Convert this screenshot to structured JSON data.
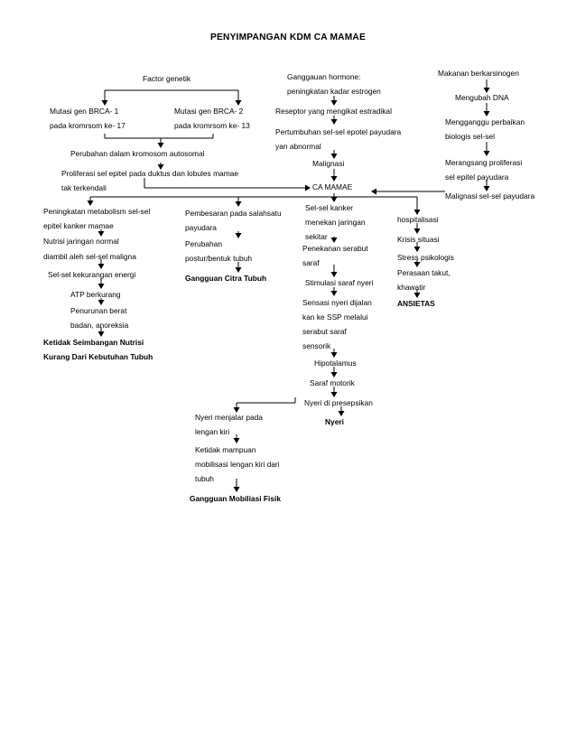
{
  "title": "PENYIMPANGAN KDM CA MAMAE",
  "left": {
    "factor_genetik": "Factor genetik",
    "brca1_l1": "Mutasi gen BRCA- 1",
    "brca1_l2": "pada kromrsom ke- 17",
    "brca2_l1": "Mutasi gen BRCA- 2",
    "brca2_l2": "pada kromrsom ke- 13",
    "perubahan_kromosom": "Perubahan dalam kromosom autosomal",
    "proliferasi_l1": "Proliferasi sel epitel pada duktus dan lobules mamae",
    "proliferasi_l2": "tak terkendali"
  },
  "middle_top": {
    "hormone_l1": "Ganggauan hormone:",
    "hormone_l2": "peningkatan kadar estrogen",
    "reseptor": "Reseptor yang mengikat estradikal",
    "pertumbuhan_l1": "Pertumbuhan sel-sel epotel payudara",
    "pertumbuhan_l2": "yan abnormal",
    "malignasi": "Malignasi",
    "ca_mamae": "CA MAMAE"
  },
  "right_top": {
    "makanan": "Makanan berkarsinogen",
    "mengubah_dna": "Mengubah DNA",
    "mengganggu_l1": "Mengganggu perbaikan",
    "mengganggu_l2": "biologis sel-sel",
    "merangsang_l1": "Merangsang proliferasi",
    "merangsang_l2": "sel epitel payudara",
    "malignasi_sel": "Malignasi sel-sel payudara"
  },
  "branch_nutrisi": {
    "peningkatan_l1": "Peningkatan metabolism sel-sel",
    "peningkatan_l2": "epitel kanker mamae",
    "nutrisi_l1": "Nutrisi jaringan normal",
    "nutrisi_l2": "diambil aleh sel-sel maligna",
    "kekurangan_energi": "Sel-sel kekurangan energi",
    "atp": "ATP berkurang",
    "penurunan_l1": "Penurunan berat",
    "penurunan_l2": "badan, anoreksia",
    "diagnosis_l1": "Ketidak Seimbangan Nutrisi",
    "diagnosis_l2": "Kurang Dari Kebutuhan Tubuh"
  },
  "branch_citra": {
    "pembesaran_l1": "Pembesaran pada salahsatu",
    "pembesaran_l2": "payudara",
    "perubahan_l1": "Perubahan",
    "perubahan_l2": "postur/bentuk tubuh",
    "diagnosis": "Gangguan Citra Tubuh"
  },
  "branch_nyeri": {
    "selsel_l1": "Sel-sel kanker",
    "selsel_l2": "menekan jaringan",
    "selsel_l3": "sekitar",
    "penekanan_l1": "Penekanan serabut",
    "penekanan_l2": "saraf",
    "stimulasi": "Stimulasi saraf nyeri",
    "sensasi_l1": "Sensasi nyeri dijalan",
    "sensasi_l2": "kan ke SSP melalui",
    "sensasi_l3": "serabut saraf",
    "sensasi_l4": "sensorik",
    "hipotalamus": "Hipotalamus",
    "saraf_motorik": "Saraf motorik",
    "presepsikan": "Nyeri di presepsikan",
    "diagnosis": "Nyeri"
  },
  "branch_ansietas": {
    "hospitalisasi": "hospitalisasi",
    "krisis": "Krisis situasi",
    "stress": "Stress psikologis",
    "perasaan_l1": "Perasaan takut,",
    "perasaan_l2": "khawatir",
    "diagnosis": "ANSIETAS"
  },
  "branch_mobilisasi": {
    "nyeri_menjalar_l1": "Nyeri menjalar pada",
    "nyeri_menjalar_l2": "lengan kiri",
    "ketidak_l1": "Ketidak mampuan",
    "ketidak_l2": "mobilisasi lengan kiri dari",
    "ketidak_l3": "tubuh",
    "diagnosis": "Gangguan Mobiliasi Fisik"
  }
}
